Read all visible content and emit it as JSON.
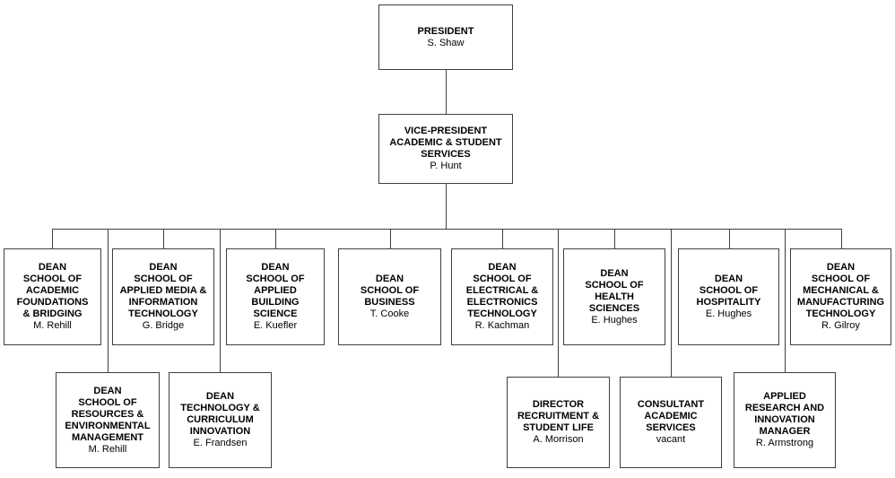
{
  "colors": {
    "line": "#3f3f3f",
    "border": "#3f3f3f",
    "background": "#ffffff",
    "text": "#000000"
  },
  "nodes": {
    "president": {
      "title": "PRESIDENT",
      "person": "S. Shaw"
    },
    "vp_academic": {
      "title": "VICE-PRESIDENT\nACADEMIC & STUDENT\nSERVICES",
      "person": "P. Hunt"
    },
    "dean_academic_foundations": {
      "title": "DEAN\nSCHOOL OF\nACADEMIC\nFOUNDATIONS\n& BRIDGING",
      "person": "M. Rehill"
    },
    "dean_applied_media": {
      "title": "DEAN\nSCHOOL OF\nAPPLIED MEDIA &\nINFORMATION\nTECHNOLOGY",
      "person": "G. Bridge"
    },
    "dean_applied_building": {
      "title": "DEAN\nSCHOOL OF\nAPPLIED\nBUILDING\nSCIENCE",
      "person": "E. Kuefler"
    },
    "dean_business": {
      "title": "DEAN\nSCHOOL OF\nBUSINESS",
      "person": "T. Cooke"
    },
    "dean_electrical": {
      "title": "DEAN\nSCHOOL OF\nELECTRICAL &\nELECTRONICS\nTECHNOLOGY",
      "person": "R. Kachman"
    },
    "dean_health": {
      "title": "DEAN\nSCHOOL OF\nHEALTH\nSCIENCES",
      "person": "E. Hughes"
    },
    "dean_hospitality": {
      "title": "DEAN\nSCHOOL OF\nHOSPITALITY",
      "person": "E. Hughes"
    },
    "dean_mechanical": {
      "title": "DEAN\nSCHOOL OF\nMECHANICAL &\nMANUFACTURING\nTECHNOLOGY",
      "person": "R. Gilroy"
    },
    "dean_resources": {
      "title": "DEAN\nSCHOOL OF\nRESOURCES &\nENVIRONMENTAL\nMANAGEMENT",
      "person": "M. Rehill"
    },
    "dean_technology_curriculum": {
      "title": "DEAN\nTECHNOLOGY &\nCURRICULUM\nINNOVATION",
      "person": "E. Frandsen"
    },
    "director_recruitment": {
      "title": "DIRECTOR\nRECRUITMENT &\nSTUDENT LIFE",
      "person": "A. Morrison"
    },
    "consultant_academic": {
      "title": "CONSULTANT\nACADEMIC\nSERVICES",
      "person": "vacant"
    },
    "applied_research_manager": {
      "title": "APPLIED\nRESEARCH AND\nINNOVATION\nMANAGER",
      "person": "R. Armstrong"
    }
  }
}
